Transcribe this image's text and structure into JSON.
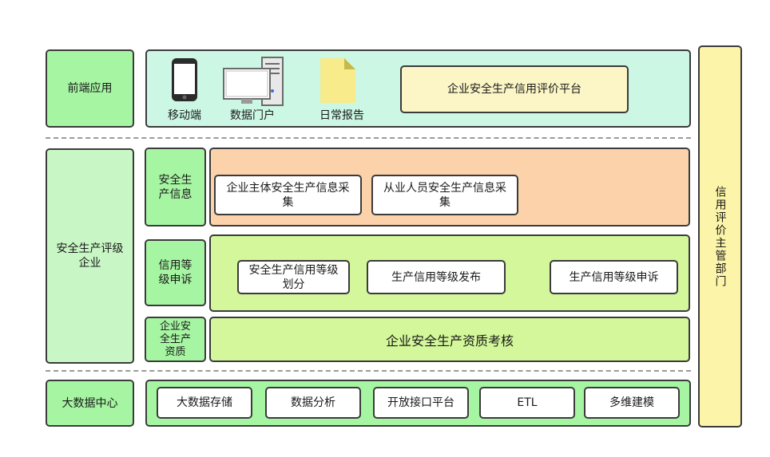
{
  "left_labels": {
    "frontend": "前端应用",
    "enterprise": "安全生产评级企业",
    "bigdata": "大数据中心"
  },
  "right_bar": {
    "label": "信用评价主管部门"
  },
  "frontend": {
    "mobile": "移动端",
    "portal": "数据门户",
    "report": "日常报告",
    "platform": "企业安全生产信用评价平台"
  },
  "sections": {
    "info": {
      "label": "安全生产信息",
      "items": [
        "企业主体安全生产信息采集",
        "从业人员安全生产信息采集"
      ]
    },
    "appeal": {
      "label": "信用等级申诉",
      "items": [
        "安全生产信用等级划分",
        "生产信用等级发布",
        "生产信用等级申诉"
      ]
    },
    "quality": {
      "label": "企业安全生产资质",
      "items": [
        "企业安全生产资质考核"
      ]
    }
  },
  "bigdata_items": [
    "大数据存储",
    "数据分析",
    "开放接口平台",
    "ETL",
    "多维建模"
  ]
}
